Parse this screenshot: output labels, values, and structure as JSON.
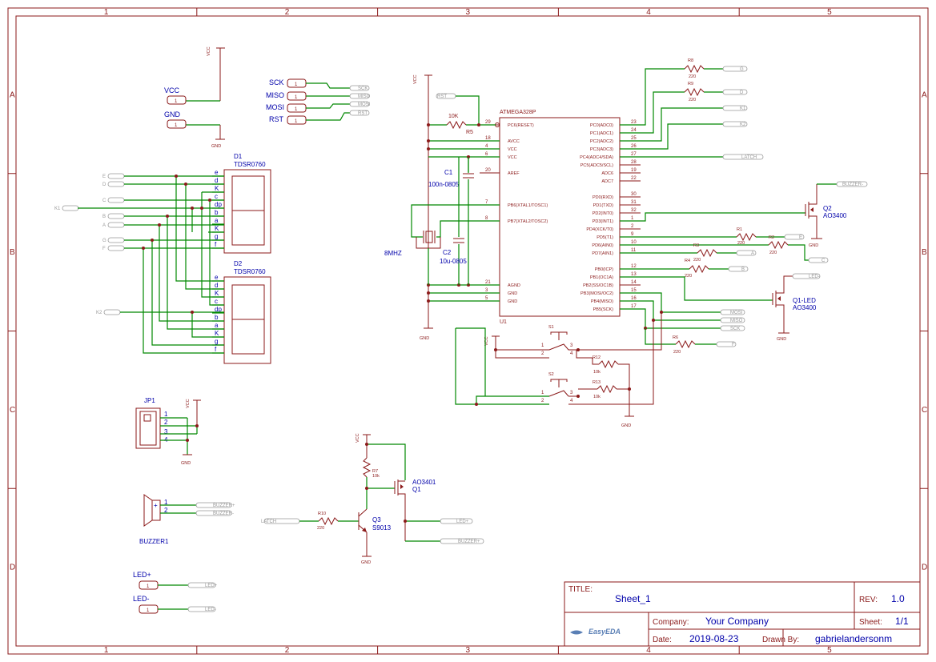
{
  "border": {
    "cols": [
      "1",
      "2",
      "3",
      "4",
      "5"
    ],
    "rows": [
      "A",
      "B",
      "C",
      "D"
    ]
  },
  "title_block": {
    "title_label": "TITLE:",
    "title": "Sheet_1",
    "rev_label": "REV:",
    "rev": "1.0",
    "company_label": "Company:",
    "company": "Your Company",
    "sheet_label": "Sheet:",
    "sheet": "1/1",
    "date_label": "Date:",
    "date": "2019-08-23",
    "drawn_label": "Drawn By:",
    "drawn": "gabrielandersonm",
    "logo": "EasyEDA"
  },
  "headers": {
    "vcc_text": "VCC",
    "gnd_text": "GND",
    "rows": [
      {
        "label": "VCC",
        "pin": "1"
      },
      {
        "label": "GND",
        "pin": "1"
      },
      {
        "label": "SCK",
        "pin": "1",
        "net": "SCK"
      },
      {
        "label": "MISO",
        "pin": "1",
        "net": "MISO"
      },
      {
        "label": "MOSI",
        "pin": "1",
        "net": "MOSI"
      },
      {
        "label": "RST",
        "pin": "1",
        "net": "RST"
      },
      {
        "label": "LED+",
        "pin": "1",
        "net": "LED+"
      },
      {
        "label": "LED-",
        "pin": "1",
        "net": "LED-"
      }
    ]
  },
  "displays": [
    {
      "ref": "D1",
      "name": "TDSR0760",
      "pins": [
        "e",
        "d",
        "K",
        "c",
        "dp",
        "b",
        "a",
        "K",
        "g",
        "f"
      ]
    },
    {
      "ref": "D2",
      "name": "TDSR0760",
      "pins": [
        "e",
        "d",
        "K",
        "c",
        "dp",
        "b",
        "a",
        "K",
        "g",
        "f"
      ]
    }
  ],
  "display_nets": [
    "E",
    "D",
    "C",
    "K1",
    "B",
    "A",
    "G",
    "F",
    "K2"
  ],
  "mcu": {
    "ref": "U1",
    "name": "ATMEGA328P",
    "left_pins": [
      {
        "num": "29",
        "name": "PC6(RESET)"
      },
      {
        "num": "18",
        "name": "AVCC"
      },
      {
        "num": "4",
        "name": "VCC"
      },
      {
        "num": "6",
        "name": "VCC"
      },
      {
        "num": "20",
        "name": "AREF"
      },
      {
        "num": "7",
        "name": "PB6(XTAL1/TOSC1)"
      },
      {
        "num": "8",
        "name": "PB7(XTAL2/TOSC2)"
      },
      {
        "num": "21",
        "name": "AGND"
      },
      {
        "num": "3",
        "name": "GND"
      },
      {
        "num": "5",
        "name": "GND"
      }
    ],
    "right_pins": [
      {
        "num": "23",
        "name": "PC0(ADC0)"
      },
      {
        "num": "24",
        "name": "PC1(ADC1)"
      },
      {
        "num": "25",
        "name": "PC2(ADC2)"
      },
      {
        "num": "26",
        "name": "PC3(ADC3)"
      },
      {
        "num": "27",
        "name": "PC4(ADC4/SDA)"
      },
      {
        "num": "28",
        "name": "PC5(ADC5/SCL)"
      },
      {
        "num": "19",
        "name": "ADC6"
      },
      {
        "num": "22",
        "name": "ADC7"
      },
      {
        "num": "30",
        "name": "PD0(RXD)"
      },
      {
        "num": "31",
        "name": "PD1(TXD)"
      },
      {
        "num": "32",
        "name": "PD2(INT0)"
      },
      {
        "num": "1",
        "name": "PD3(INT1)"
      },
      {
        "num": "2",
        "name": "PD4(XCK/T0)"
      },
      {
        "num": "9",
        "name": "PD5(T1)"
      },
      {
        "num": "10",
        "name": "PD6(AIN0)"
      },
      {
        "num": "11",
        "name": "PD7(AIN1)"
      },
      {
        "num": "12",
        "name": "PB0(ICP)"
      },
      {
        "num": "13",
        "name": "PB1(OC1A)"
      },
      {
        "num": "14",
        "name": "PB2(SS/OC1B)"
      },
      {
        "num": "15",
        "name": "PB3(MOSI/OC2)"
      },
      {
        "num": "16",
        "name": "PB4(MISO)"
      },
      {
        "num": "17",
        "name": "PB5(SCK)"
      }
    ]
  },
  "mcu_nets": {
    "rst": "RST",
    "g": "G",
    "d": "D",
    "k1": "K1",
    "k2": "K2",
    "latch": "LATCH",
    "buzzer_minus": "BUZZER-",
    "e": "E",
    "c": "C",
    "a": "A",
    "b": "B",
    "led_minus": "LED-",
    "mosi": "MOSI",
    "miso": "MISO",
    "sck": "SCK",
    "f": "F"
  },
  "parts": {
    "r5": {
      "ref": "R5",
      "val": "10K"
    },
    "r8": {
      "ref": "R8",
      "val": "220"
    },
    "r9": {
      "ref": "R9",
      "val": "220"
    },
    "r1": {
      "ref": "R1",
      "val": "220"
    },
    "r2": {
      "ref": "R2",
      "val": "220"
    },
    "r3": {
      "ref": "R3",
      "val": "220"
    },
    "r4": {
      "ref": "R4",
      "val": "220"
    },
    "r6": {
      "ref": "R6",
      "val": "220"
    },
    "r12": {
      "ref": "R12",
      "val": "10k"
    },
    "r13": {
      "ref": "R13",
      "val": "10k"
    },
    "r7": {
      "ref": "R7",
      "val": "10k"
    },
    "r10": {
      "ref": "R10",
      "val": "220"
    },
    "c1": {
      "ref": "C1",
      "val": "100n-0805"
    },
    "c2": {
      "ref": "C2",
      "val": "10u-0805"
    },
    "xtal": {
      "val": "8MHZ"
    },
    "q2": {
      "ref": "Q2",
      "val": "AO3400"
    },
    "q1led": {
      "ref": "Q1-LED",
      "val": "AO3400"
    },
    "q1": {
      "ref": "Q1",
      "val": "AO3401"
    },
    "q3": {
      "ref": "Q3",
      "val": "S9013"
    },
    "s1": {
      "ref": "S1",
      "pins": [
        "1",
        "2",
        "3",
        "4"
      ]
    },
    "s2": {
      "ref": "S2",
      "pins": [
        "1",
        "2",
        "3",
        "4"
      ]
    },
    "jp1": {
      "ref": "JP1",
      "pins": [
        "1",
        "2",
        "3",
        "4"
      ]
    },
    "buzzer": {
      "ref": "BUZZER1",
      "pins": [
        "1",
        "2"
      ],
      "plus": "+"
    }
  },
  "power": {
    "vcc": "VCC",
    "gnd": "GND"
  },
  "aux_nets": {
    "latch": "LATCH",
    "led_plus": "LED+",
    "buzzer_plus": "BUZZER+",
    "buzzer_minus": "BUZZER-"
  }
}
